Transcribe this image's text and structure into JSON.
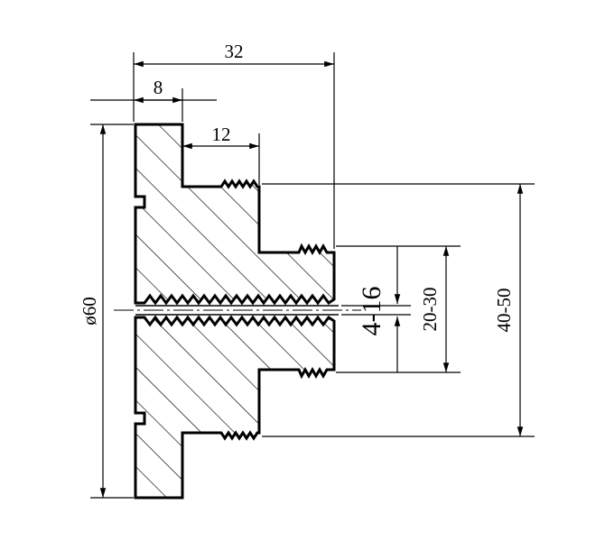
{
  "drawing": {
    "dimensions": {
      "overall_length": "32",
      "flange_thickness": "8",
      "mid_step_length": "12",
      "flange_diameter": "ø60",
      "bore_range": "4-16",
      "small_thread_range": "20-30",
      "large_thread_range": "40-50"
    }
  }
}
